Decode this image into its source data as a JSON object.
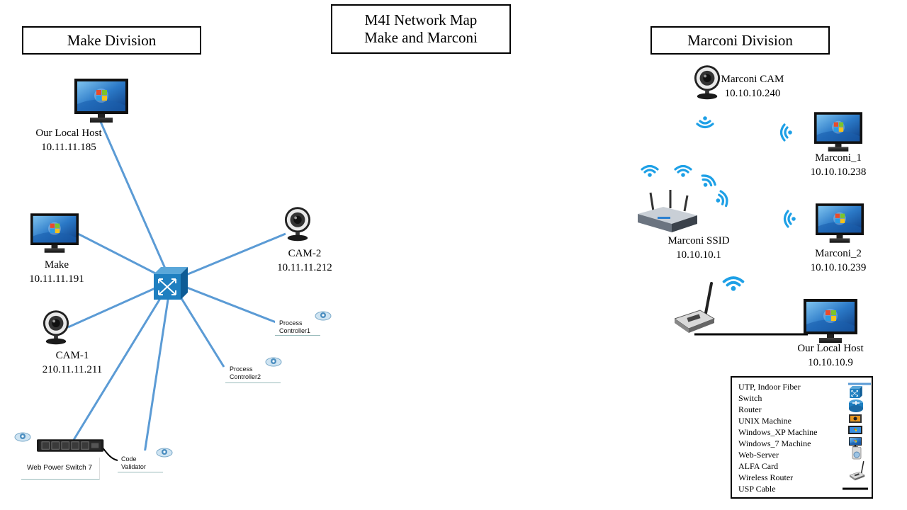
{
  "title": {
    "line1": "M4I Network Map",
    "line2": "Make and Marconi"
  },
  "make_division": {
    "heading": "Make Division",
    "local_host": {
      "name": "Our Local Host",
      "ip": "10.11.11.185"
    },
    "make": {
      "name": "Make",
      "ip": "10.11.11.191"
    },
    "cam1": {
      "name": "CAM-1",
      "ip": "210.11.11.211"
    },
    "cam2": {
      "name": "CAM-2",
      "ip": "10.11.11.212"
    },
    "process_controller1": {
      "line1": "Process",
      "line2": "Controller1"
    },
    "process_controller2": {
      "line1": "Process",
      "line2": "Controller2"
    },
    "web_power_switch": "Web Power Switch 7",
    "code_validator": {
      "line1": "Code",
      "line2": "Validator"
    }
  },
  "marconi_division": {
    "heading": "Marconi Division",
    "cam": {
      "name": "Marconi  CAM",
      "ip": "10.10.10.240"
    },
    "marconi1": {
      "name": "Marconi_1",
      "ip": "10.10.10.238"
    },
    "ssid": {
      "name": "Marconi  SSID",
      "ip": "10.10.10.1"
    },
    "marconi2": {
      "name": "Marconi_2",
      "ip": "10.10.10.239"
    },
    "local_host": {
      "name": "Our Local Host",
      "ip": "10.10.10.9"
    }
  },
  "legend": {
    "items": [
      "UTP,  Indoor Fiber",
      "Switch",
      "Router",
      "UNIX  Machine",
      "Windows_XP Machine",
      "Windows_7 Machine",
      "Web-Server",
      "ALFA Card",
      "Wireless Router",
      "USP Cable"
    ]
  },
  "colors": {
    "link": "#5b9bd5",
    "switch": "#1f7fc0",
    "wifi": "#1ea0e6",
    "monitor_screen": "#2b79c7"
  }
}
